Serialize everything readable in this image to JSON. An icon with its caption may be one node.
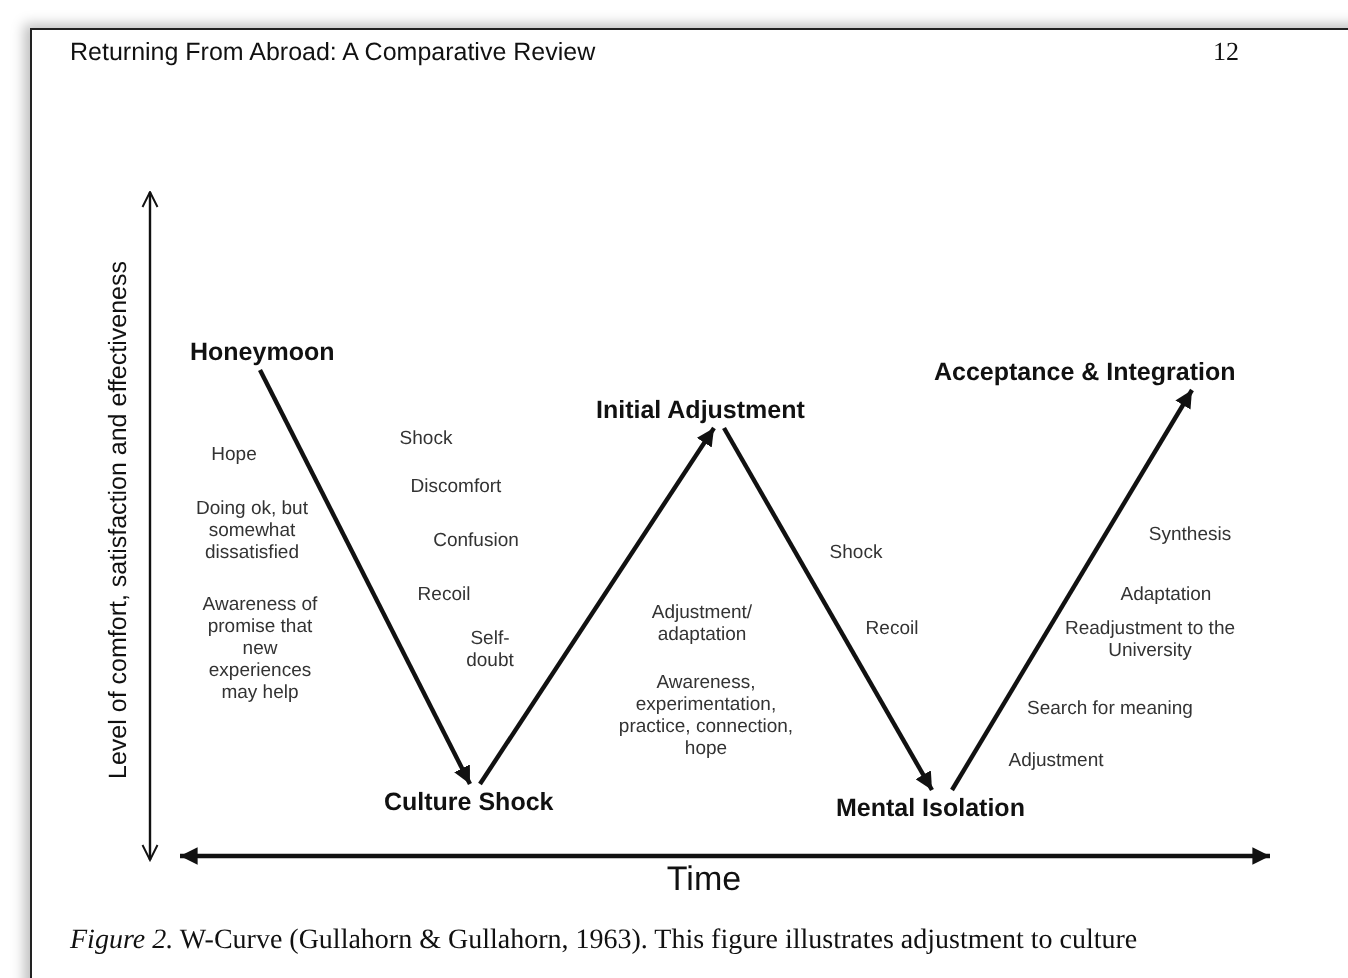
{
  "diagram": {
    "caption": "*Figure 2.* W-Curve (Gullahorn & Gullahorn, 1963). This figure illustrates adjustment to culture",
    "nodes": [
      {
        "text": [
          "Honeymoon"
        ]
      },
      {
        "text": [
          "Culture Shock"
        ]
      },
      {
        "text": [
          "Initial Adjustment"
        ]
      },
      {
        "text": [
          "Mental Isolation"
        ]
      },
      {
        "text": [
          "Acceptance & Integration"
        ]
      }
    ],
    "edges": [
      {
        "from": 0,
        "to": 1,
        "arrow": "to"
      },
      {
        "from": 1,
        "to": 2,
        "arrow": "to"
      },
      {
        "from": 2,
        "to": 3,
        "arrow": "to"
      },
      {
        "from": 3,
        "to": 4,
        "arrow": "to"
      }
    ],
    "labels": [
      "Returning From Abroad: A Comparative Review",
      "12",
      "Level of comfort, satisfaction and effectiveness",
      "Hope",
      "Shock",
      "Discomfort",
      "Doing ok, but somewhat dissatisfied",
      "Confusion",
      "Recoil",
      "Awareness of promise that new experiences may help",
      "Self-doubt",
      "Adjustment/ adaptation",
      "Awareness, experimentation, practice, connection, hope",
      "Shock",
      "Recoil",
      "Synthesis",
      "Adaptation",
      "Readjustment to the University",
      "Search for meaning",
      "Adjustment",
      "Time"
    ]
  }
}
